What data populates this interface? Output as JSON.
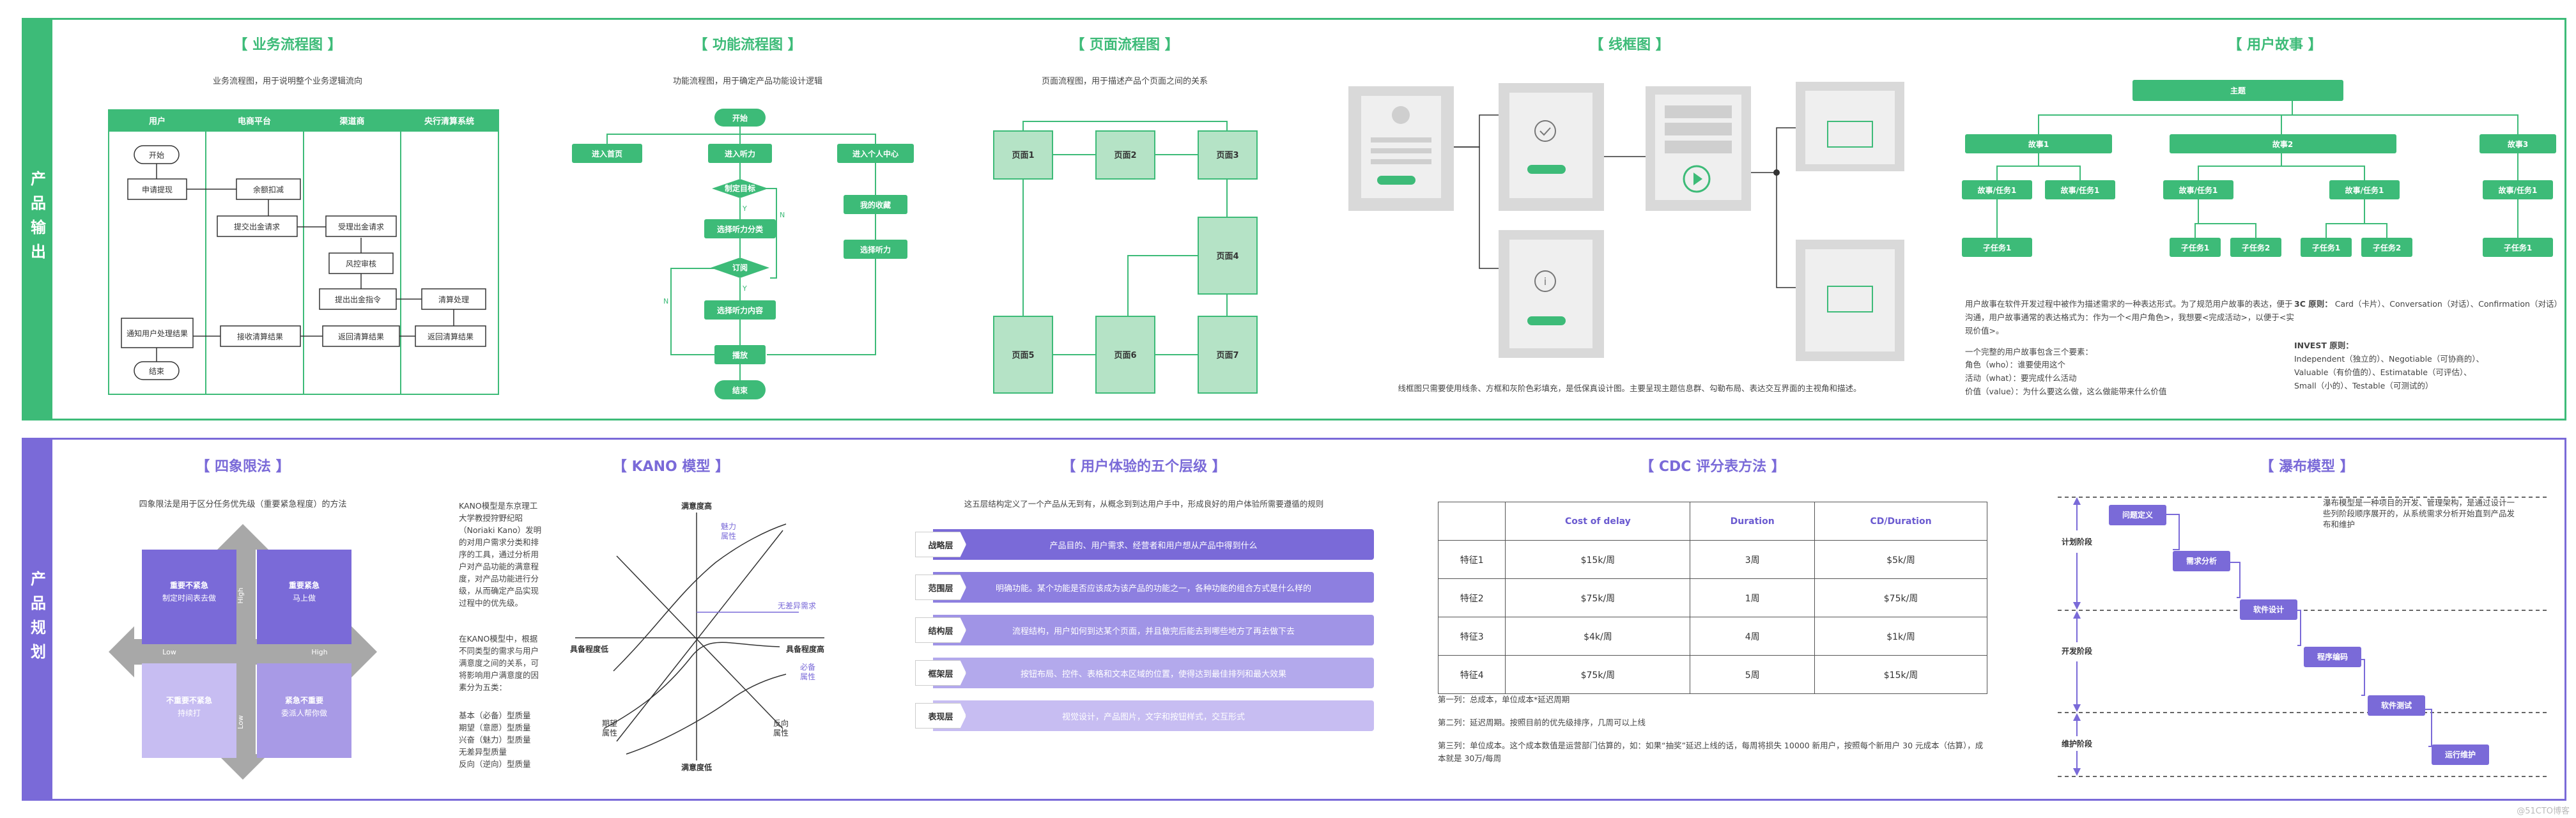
{
  "top_label": "产品输出",
  "bottom_label": "产品规划",
  "colors": {
    "green": "#3dbb78",
    "light_green": "#b5e3c6",
    "purple": "#7a6ad8",
    "light_purple": "#c7bdf2"
  },
  "biz": {
    "title": "【 业务流程图 】",
    "desc": "业务流程图，用于说明整个业务逻辑流向",
    "lanes": [
      "用户",
      "电商平台",
      "渠道商",
      "央行清算系统"
    ],
    "nodes": {
      "start": "开始",
      "apply": "申请提现",
      "check_balance": "余额扣减",
      "submit_req": "提交出金请求",
      "accept_req": "受理出金请求",
      "risk": "风控审核",
      "submit_cmd": "提出出金指令",
      "clear": "清算处理",
      "return_result": "返回清算结果",
      "return_result2": "返回清算结果",
      "receive": "接收清算结果",
      "notify": "通知用户处理结果",
      "end": "结束"
    }
  },
  "func": {
    "title": "【 功能流程图 】",
    "desc": "功能流程图，用于确定产品功能设计逻辑",
    "nodes": {
      "start": "开始",
      "home": "进入首页",
      "listen": "进入听力",
      "personal": "进入个人中心",
      "goal": "制定目标",
      "choose_cat": "选择听力分类",
      "sub": "订阅",
      "choose_content": "选择听力内容",
      "play": "播放",
      "end": "结束",
      "fav": "我的收藏",
      "choose_listen": "选择听力",
      "y": "Y",
      "n": "N",
      "y2": "Y",
      "n2": "N"
    }
  },
  "page": {
    "title": "【 页面流程图 】",
    "desc": "页面流程图，用于描述产品个页面之间的关系",
    "pages": [
      "页面1",
      "页面2",
      "页面3",
      "页面4",
      "页面5",
      "页面6",
      "页面7"
    ]
  },
  "wire": {
    "title": "【 线框图 】",
    "desc": "线框图只需要使用线条、方框和灰阶色彩填充，是低保真设计图。主要呈现主题信息群、勾勒布局、表达交互界面的主视角和描述。"
  },
  "story": {
    "title": "【 用户故事 】",
    "root": "主题",
    "stories": [
      "故事1",
      "故事2",
      "故事3"
    ],
    "tasks": [
      "故事/任务1",
      "故事/任务1",
      "故事/任务1",
      "故事/任务1",
      "故事/任务1"
    ],
    "subtasks": [
      "子任务1",
      "子任务1",
      "子任务2",
      "子任务1",
      "子任务2",
      "子任务1"
    ],
    "para1": "用户故事在软件开发过程中被作为描述需求的一种表达形式。为了规范用户故事的表达，便于沟通，用户故事通常的表达格式为：作为一个<用户角色>，我想要<完成活动>，以便于<实现价值>。",
    "para2_title": "一个完整的用户故事包含三个要素：",
    "para2_lines": [
      "角色（who）：谁要使用这个",
      "活动（what）：要完成什么活动",
      "价值（value）：为什么要这么做，这么做能带来什么价值"
    ],
    "c3_title": "3C 原则：",
    "c3_text": "Card（卡片）、Conversation（对话）、Confirmation（对话）",
    "invest_title": "INVEST 原则：",
    "invest_lines": [
      "Independent（独立的）、Negotiable（可协商的）、",
      "Valuable（有价值的）、Estimatable（可评估）、",
      "Small（小的）、Testable（可测试的）"
    ]
  },
  "quad": {
    "title": "【 四象限法 】",
    "desc": "四象限法是用于区分任务优先级（重要紧急程度）的方法",
    "tl": {
      "a": "重要不紧急",
      "b": "制定时间表去做"
    },
    "tr": {
      "a": "重要紧急",
      "b": "马上做"
    },
    "bl": {
      "a": "不重要不紧急",
      "b": "持续打"
    },
    "br": {
      "a": "紧急不重要",
      "b": "委派人帮你做"
    },
    "high": "High",
    "low": "Low"
  },
  "kano": {
    "title": "【 KANO 模型 】",
    "intro": [
      "KANO模型是东京理工",
      "大学教授狩野纪昭",
      "（Noriaki Kano）发明",
      "的对用户需求分类和排",
      "序的工具，通过分析用",
      "户对产品功能的满意程",
      "度，对产品功能进行分",
      "级，从而确定产品实现",
      "过程中的优先级。"
    ],
    "intro2": [
      "在KANO模型中，根据",
      "不同类型的需求与用户",
      "满意度之间的关系，可",
      "将影响用户满意度的因",
      "素分为五类："
    ],
    "types": [
      "基本（必备）型质量",
      "期望（意愿）型质量",
      "兴奋（魅力）型质量",
      "无差异型质量",
      "反向（逆向）型质量"
    ],
    "y_top": "满意度高",
    "y_bottom": "满意度低",
    "x_left": "具备程度低",
    "x_right": "具备程度高",
    "charm": "魅力\n属性",
    "indiff": "无差异需求",
    "must": "必备\n属性",
    "expect": "期望\n属性",
    "reverse": "反向\n属性"
  },
  "ux": {
    "title": "【 用户体验的五个层级 】",
    "desc": "这五层结构定义了一个产品从无到有，从概念到到达用户手中，形成良好的用户体验所需要遵循的规则",
    "layers": [
      {
        "name": "战略层",
        "text": "产品目的、用户需求、经营者和用户想从产品中得到什么"
      },
      {
        "name": "范围层",
        "text": "明确功能。某个功能是否应该成为该产品的功能之一，各种功能的组合方式是什么样的"
      },
      {
        "name": "结构层",
        "text": "流程结构，用户如何到达某个页面，并且做完后能去到哪些地方了再去做下去"
      },
      {
        "name": "框架层",
        "text": "按钮布局、控件、表格和文本区域的位置，使得达到最佳排列和最大效果"
      },
      {
        "name": "表现层",
        "text": "视觉设计，产品图片，文字和按钮样式，交互形式"
      }
    ]
  },
  "cdc": {
    "title": "【 CDC 评分表方法 】",
    "headers": [
      "",
      "Cost of delay",
      "Duration",
      "CD/Duration"
    ],
    "rows": [
      [
        "特征1",
        "$15k/周",
        "3周",
        "$5k/周"
      ],
      [
        "特征2",
        "$75k/周",
        "1周",
        "$75k/周"
      ],
      [
        "特征3",
        "$4k/周",
        "4周",
        "$1k/周"
      ],
      [
        "特征4",
        "$75k/周",
        "5周",
        "$15k/周"
      ]
    ],
    "notes": [
      "第一列：总成本，单位成本*延迟周期",
      "第二列：延迟周期。按照目前的优先级排序，几周可以上线",
      "第三列：单位成本。这个成本数值是运营部门估算的，如：如果“抽奖”延迟上线的话，每周将损失 10000 新用户，按照每个新用户 30 元成本（估算），成本就是 30万/每周"
    ]
  },
  "waterfall": {
    "title": "【 瀑布模型 】",
    "desc": "瀑布模型是一种项目的开发、管理架构，是通过设计一些列阶段顺序展开的，从系统需求分析开始直到产品发布和维护",
    "phases": [
      "计划阶段",
      "开发阶段",
      "维护阶段"
    ],
    "steps": [
      "问题定义",
      "需求分析",
      "软件设计",
      "程序编码",
      "软件测试",
      "运行维护"
    ]
  },
  "watermark": "@51CTO博客"
}
